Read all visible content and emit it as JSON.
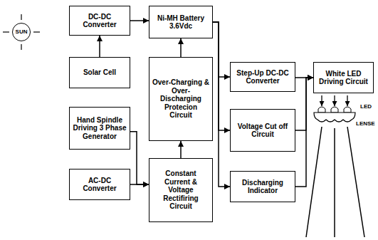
{
  "diagram": {
    "nodes": [
      {
        "text": [
          "SUN"
        ]
      },
      {
        "text": [
          "DC-DC Converter"
        ]
      },
      {
        "text": [
          "Ni-MH Battery 3.6Vdc"
        ]
      },
      {
        "text": [
          "Solar Cell"
        ]
      },
      {
        "text": [
          "Over-Charging & Over-Discharging Protecion Circuit"
        ]
      },
      {
        "text": [
          "Hand Spindle Driving 3 Phase Generator"
        ]
      },
      {
        "text": [
          "Step-Up DC-DC Converter"
        ]
      },
      {
        "text": [
          "Voltage Cut off Circuit"
        ]
      },
      {
        "text": [
          "White LED Driving Circuit"
        ]
      },
      {
        "text": [
          "Constant Current & Voltage Rectifiring Circuit"
        ]
      },
      {
        "text": [
          "AC-DC Converter"
        ]
      },
      {
        "text": [
          "Discharging Indicator"
        ]
      }
    ],
    "edges": [
      {
        "from": 3,
        "to": 1,
        "arrow": "to"
      },
      {
        "from": 1,
        "to": 2,
        "arrow": "to"
      },
      {
        "from": 4,
        "to": 2,
        "arrow": "to"
      },
      {
        "from": 9,
        "to": 4,
        "arrow": "to"
      },
      {
        "from": 5,
        "to": 9,
        "arrow": "to"
      },
      {
        "from": 10,
        "to": 9,
        "arrow": "to"
      },
      {
        "from": 2,
        "to": 6,
        "arrow": "to"
      },
      {
        "from": 2,
        "to": 7,
        "arrow": "to"
      },
      {
        "from": 2,
        "to": 11,
        "arrow": "to"
      },
      {
        "from": 6,
        "to": 8,
        "arrow": "to"
      },
      {
        "from": 7,
        "to": 8,
        "arrow": "to"
      },
      {
        "from": 11,
        "to": 8,
        "arrow": "to"
      }
    ],
    "labels": [
      "LED",
      "LENSE"
    ]
  }
}
